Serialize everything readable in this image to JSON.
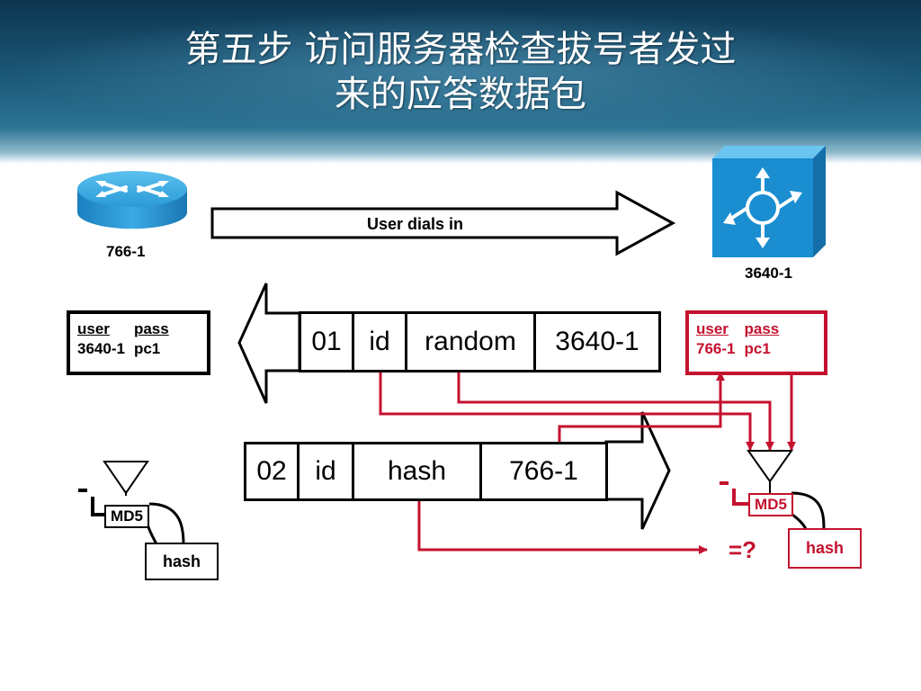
{
  "title": {
    "line1": "第五步 访问服务器检查拔号者发过",
    "line2": "来的应答数据包"
  },
  "devices": {
    "router_label": "766-1",
    "server_label": "3640-1"
  },
  "arrow_dial": {
    "label": "User dials in"
  },
  "cred_left": {
    "user_header": "user",
    "pass_header": "pass",
    "user_value": "3640-1",
    "pass_value": "pc1"
  },
  "cred_right": {
    "user_header": "user",
    "pass_header": "pass",
    "user_value": "766-1",
    "pass_value": "pc1"
  },
  "packet1": [
    "01",
    "id",
    "random",
    "3640-1"
  ],
  "packet2": [
    "02",
    "id",
    "hash",
    "766-1"
  ],
  "md5_left": {
    "label": "MD5",
    "hash": "hash"
  },
  "md5_right": {
    "label": "MD5",
    "hash": "hash"
  },
  "compare": "=?",
  "colors": {
    "accent_red": "#c4122f",
    "banner": "#1b5776",
    "device_blue": "#1a8ed0"
  }
}
